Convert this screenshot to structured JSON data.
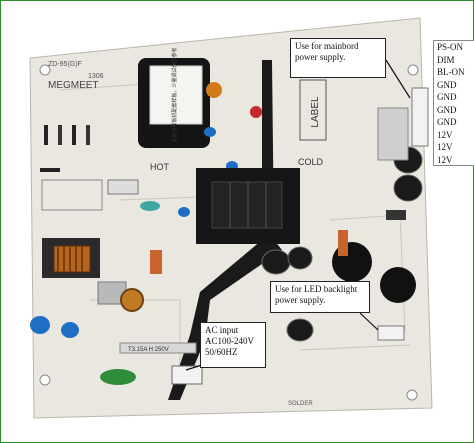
{
  "board_print": {
    "brand": "MEGMEET",
    "model": "ZD-95(G)F",
    "code": "1306",
    "label": "LABEL",
    "hot": "HOT",
    "cold": "COLD",
    "fuse": "T3.15A H 250V",
    "solder": "SOLDER",
    "sticker": "此板为样板机配套样板，少量调试仅供参考"
  },
  "callouts": {
    "mainboard": [
      "Use   for   mainbord",
      "power supply."
    ],
    "led": [
      "Use  for  LED backlight",
      "power supply."
    ],
    "ac": [
      "AC input",
      "AC100-240V",
      "50/60HZ"
    ]
  },
  "pins": [
    "PS-ON",
    "DIM",
    "BL-ON",
    "GND",
    "GND",
    "GND",
    "GND",
    "12V",
    "12V",
    "12V"
  ]
}
